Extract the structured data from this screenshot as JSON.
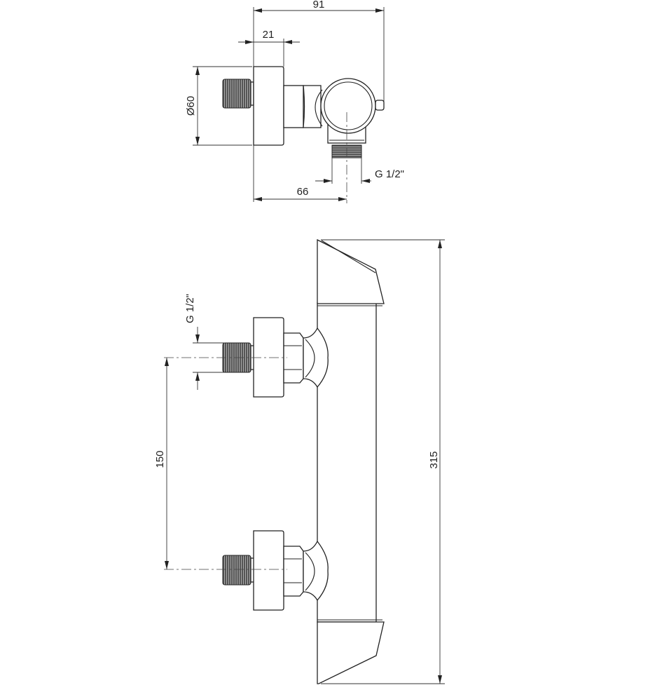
{
  "top_view": {
    "dim_width": "91",
    "dim_flange": "21",
    "dim_diameter": "Ø60",
    "dim_outlet_offset": "66",
    "dim_outlet_thread": "G 1/2\""
  },
  "side_view": {
    "dim_inlet_thread": "G 1/2\"",
    "dim_inlet_spacing": "150",
    "dim_height": "315"
  }
}
